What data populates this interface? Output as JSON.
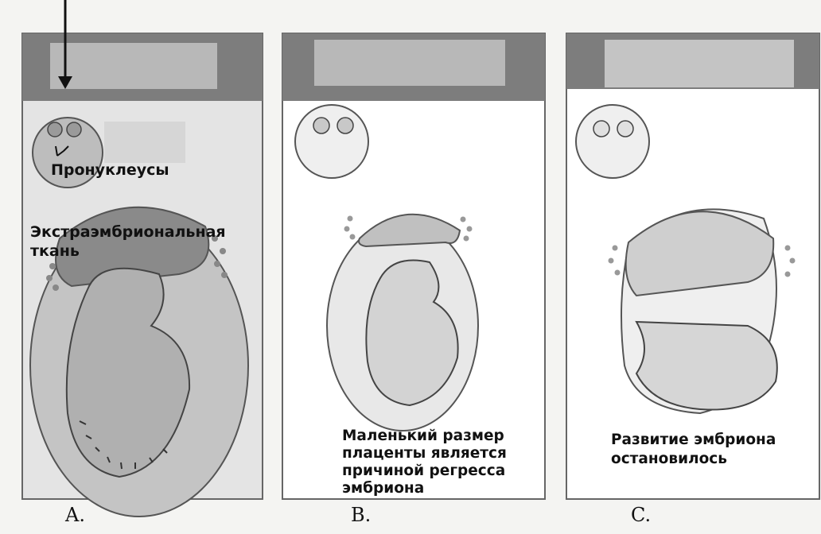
{
  "labels": {
    "pronuclei": "Пронуклеусы",
    "extraembryonic": "Экстраэмбриональная\nткань",
    "panel_b_caption": "Маленький размер\nплаценты является\nпричиной регресса\nэмбриона",
    "panel_c_caption": "Развитие эмбриона\nостановилось"
  },
  "panel_letters": [
    "A.",
    "B.",
    "C."
  ],
  "colors": {
    "header_band": "#7a7a7a",
    "header_box": "#b9b9b9",
    "panel_bg": "#ffffff",
    "panel_a_bg": "#e6e6e6",
    "tissue": "#a9a9a9",
    "embryo_fill": "#d2d2d2",
    "outline": "#555555"
  }
}
